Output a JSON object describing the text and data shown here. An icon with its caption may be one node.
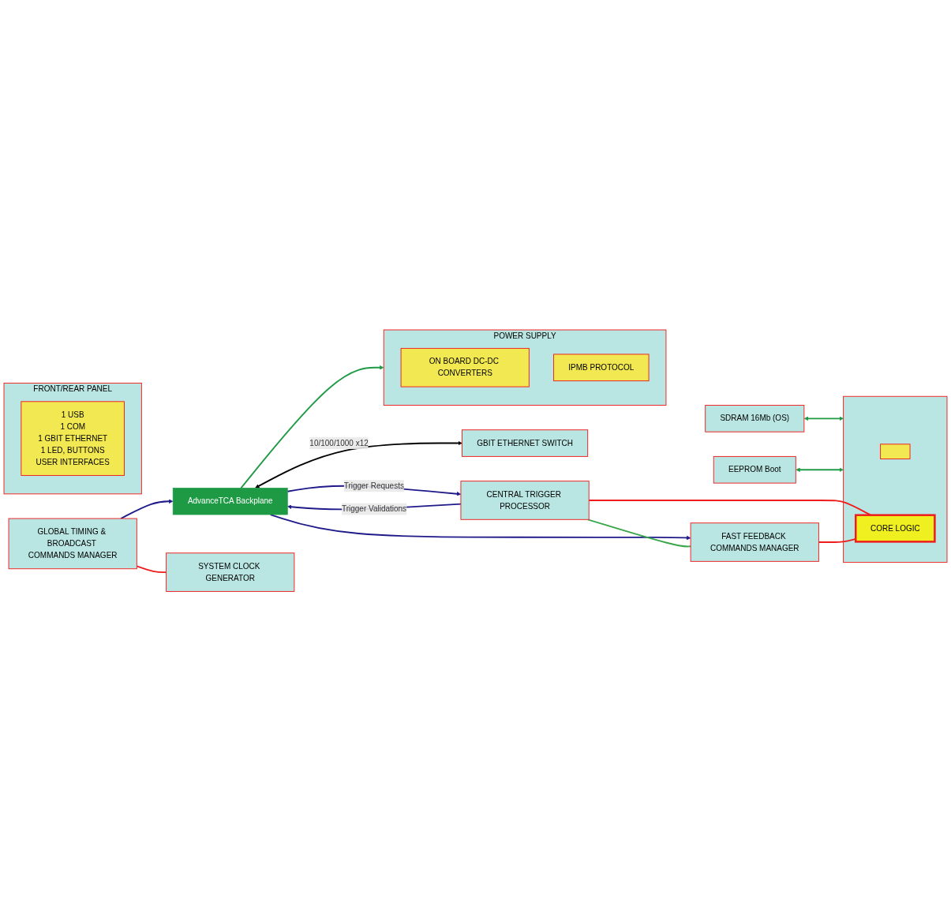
{
  "diagram": {
    "nodes": [
      {
        "text": [
          "AdvanceTCA Backplane"
        ]
      },
      {
        "text": [
          "POWER  SUPPLY"
        ]
      },
      {
        "text": [
          "ON BOARD DC-DC CONVERTERS"
        ],
        "in": 1
      },
      {
        "text": [
          "IPMB PROTOCOL"
        ],
        "in": 1
      },
      {
        "text": [
          "SDRAM 16Mb (OS)"
        ]
      },
      {
        "text": [
          "EEPROM Boot"
        ]
      },
      {
        "text": [],
        "shape": "box"
      },
      {
        "text": [],
        "shape": "box",
        "in": 6
      },
      {
        "text": [
          "CORE LOGIC"
        ],
        "in": 6
      },
      {
        "text": [
          "GBIT  ETHERNET SWITCH"
        ]
      },
      {
        "text": [
          "CENTRAL TRIGGER PROCESSOR"
        ]
      },
      {
        "text": [
          "GLOBAL TIMING & BROADCAST COMMANDS MANAGER"
        ]
      },
      {
        "text": [
          "FAST FEEDBACK COMMANDS MANAGER"
        ]
      },
      {
        "text": [
          "SYSTEM CLOCK GENERATOR"
        ]
      },
      {
        "text": [
          "FRONT/REAR PANEL"
        ]
      },
      {
        "text": [
          "1  USB",
          "1  COM",
          "1  GBIT ETHERNET",
          "1  LED, BUTTONS",
          "USER INTERFACES"
        ],
        "in": 14
      }
    ],
    "edges": [
      {
        "from": 0,
        "to": 1,
        "arrow": "to",
        "color": "#1e9a45"
      },
      {
        "from": 4,
        "to": 6,
        "arrow": "both",
        "color": "#1e9a45"
      },
      {
        "from": 5,
        "to": 6,
        "arrow": "both",
        "color": "#1e9a45"
      },
      {
        "from": 0,
        "to": 9,
        "arrow": "both",
        "label": "10/100/1000  x12",
        "color": "#000000"
      },
      {
        "from": 10,
        "to": 0,
        "arrow": "to",
        "label": "Trigger Validations",
        "color": "#1f1a8a"
      },
      {
        "from": 0,
        "to": 10,
        "arrow": "to",
        "label": "Trigger Requests",
        "color": "#1f1a8a"
      },
      {
        "from": 11,
        "to": 0,
        "arrow": "to",
        "color": "#1f1a8a"
      },
      {
        "from": 0,
        "to": 12,
        "arrow": "to",
        "color": "#1f1a8a"
      },
      {
        "from": 10,
        "to": 12,
        "arrow": "none",
        "color": "#3aa64a"
      },
      {
        "from": 11,
        "to": 13,
        "arrow": "none",
        "color": "#ee1c1c"
      },
      {
        "from": 10,
        "to": 8,
        "arrow": "none",
        "color": "#ee1c1c"
      },
      {
        "from": 12,
        "to": 8,
        "arrow": "none",
        "color": "#ee1c1c"
      }
    ]
  }
}
